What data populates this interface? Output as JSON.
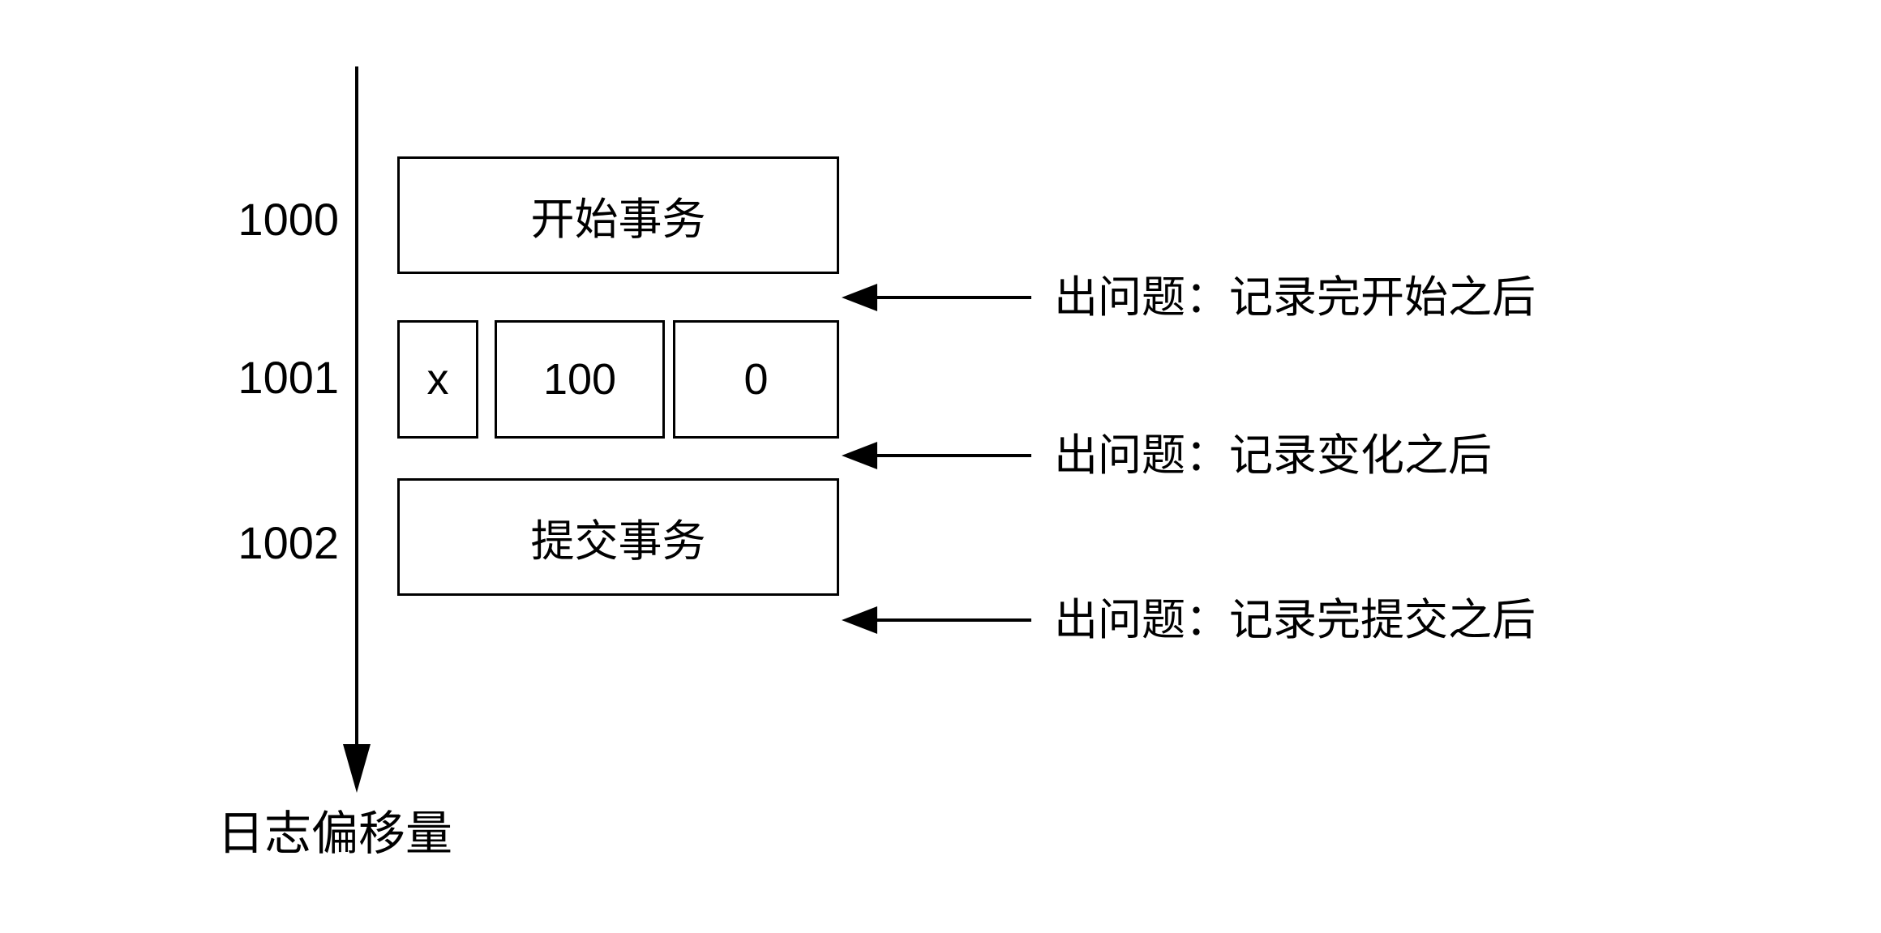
{
  "axis": {
    "label": "日志偏移量",
    "offsets": [
      "1000",
      "1001",
      "1002"
    ]
  },
  "log_entries": {
    "begin": "开始事务",
    "change_boxes": [
      "x",
      "100",
      "0"
    ],
    "commit": "提交事务"
  },
  "annotations": [
    "出问题：记录完开始之后",
    "出问题：记录变化之后",
    "出问题：记录完提交之后"
  ],
  "colors": {
    "background": "#ffffff",
    "stroke": "#000000",
    "text": "#000000"
  }
}
